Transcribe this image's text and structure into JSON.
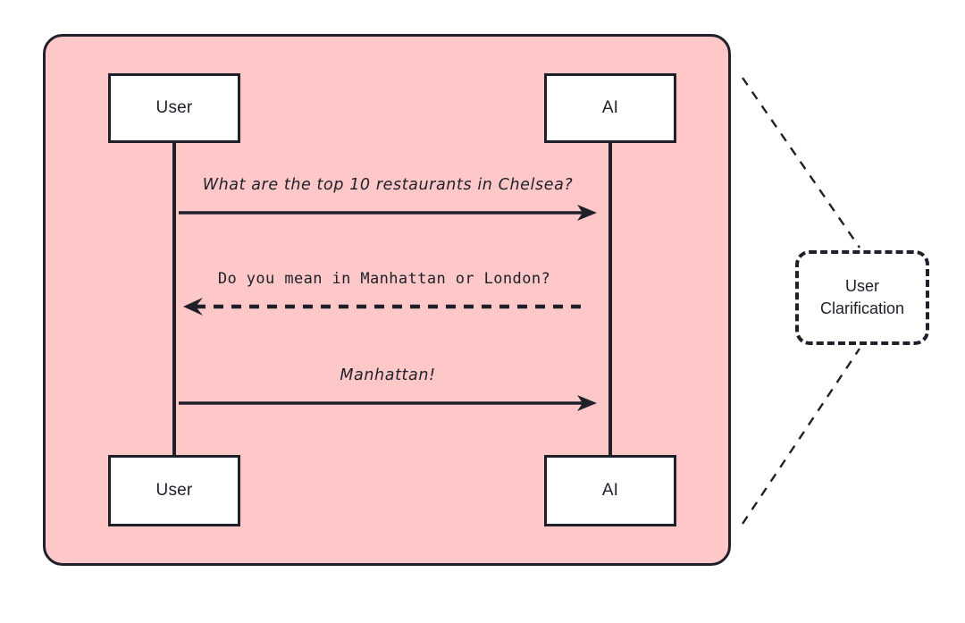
{
  "diagram": {
    "type": "sequence-diagram",
    "title": "User Clarification sequence",
    "panel_color": "#ffc8c8",
    "stroke_color": "#20202a",
    "box_fill": "#ffffff"
  },
  "participants": {
    "left_top": "User",
    "right_top": "AI",
    "left_bottom": "User",
    "right_bottom": "AI"
  },
  "messages": [
    {
      "id": "msg-1",
      "label": "What are the top 10 restaurants in Chelsea?",
      "from": "User",
      "to": "AI",
      "direction": "right",
      "style": "solid"
    },
    {
      "id": "msg-2",
      "label": "Do you mean in Manhattan or London?",
      "from": "AI",
      "to": "User",
      "direction": "left",
      "style": "dashed"
    },
    {
      "id": "msg-3",
      "label": "Manhattan!",
      "from": "User",
      "to": "AI",
      "direction": "right",
      "style": "solid"
    }
  ],
  "callout": {
    "line1": "User",
    "line2": "Clarification",
    "border_style": "dashed"
  }
}
